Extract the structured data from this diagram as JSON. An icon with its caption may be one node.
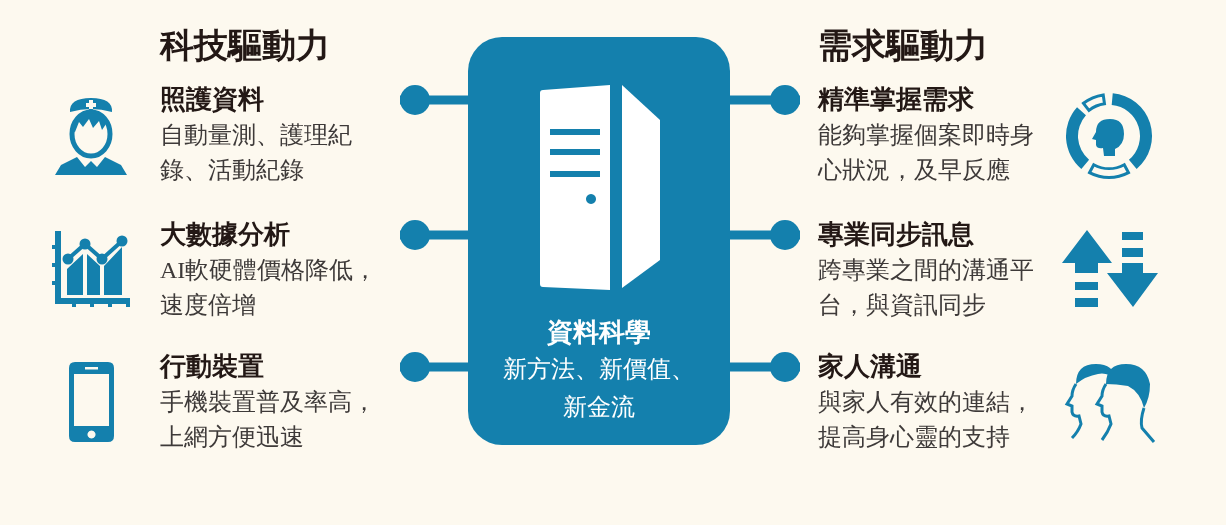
{
  "diagram": {
    "nodes": [
      {
        "text": [
          "照護資料",
          "自動量測、護理紀錄、活動紀錄"
        ]
      },
      {
        "text": [
          "大數據分析",
          "AI軟硬體價格降低，速度倍增"
        ]
      },
      {
        "text": [
          "行動裝置",
          "手機裝置普及率高，上網方便迅速"
        ]
      },
      {
        "text": [
          "資料科學",
          "新方法、新價值、新金流"
        ]
      },
      {
        "text": [
          "精準掌握需求",
          "能夠掌握個案即時身心狀況，及早反應"
        ]
      },
      {
        "text": [
          "專業同步訊息",
          "跨專業之間的溝通平台，與資訊同步"
        ]
      },
      {
        "text": [
          "家人溝通",
          "與家人有效的連結，提高身心靈的支持"
        ]
      }
    ],
    "edges": [
      {
        "from": 3,
        "to": 0,
        "arrow": "other"
      },
      {
        "from": 3,
        "to": 1,
        "arrow": "other"
      },
      {
        "from": 3,
        "to": 2,
        "arrow": "other"
      },
      {
        "from": 3,
        "to": 4,
        "arrow": "other"
      },
      {
        "from": 3,
        "to": 5,
        "arrow": "other"
      },
      {
        "from": 3,
        "to": 6,
        "arrow": "other"
      }
    ],
    "labels": [
      "科技驅動力",
      "需求驅動力"
    ]
  }
}
